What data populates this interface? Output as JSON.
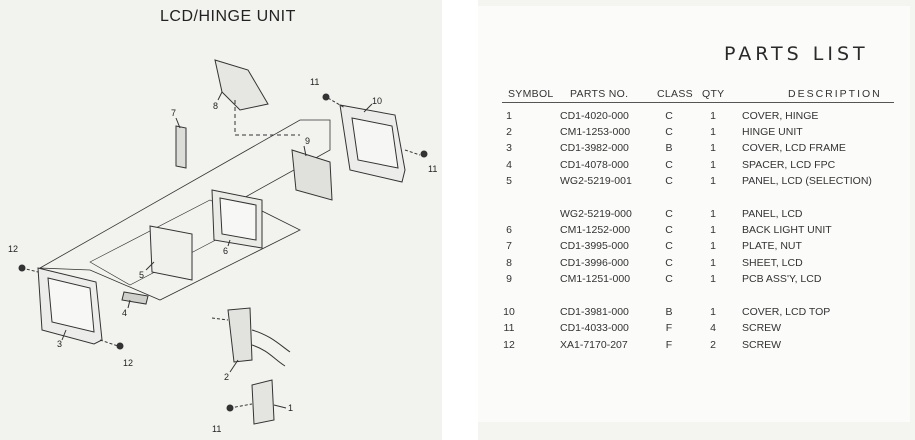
{
  "diagram": {
    "title": "LCD/HINGE UNIT",
    "callouts": [
      "1",
      "2",
      "3",
      "4",
      "5",
      "6",
      "7",
      "8",
      "9",
      "10",
      "11",
      "11",
      "11",
      "12",
      "12"
    ]
  },
  "parts_list": {
    "title": "PARTS LIST",
    "headers": {
      "symbol": "SYMBOL",
      "parts_no": "PARTS NO.",
      "class": "CLASS",
      "qty": "QTY",
      "description": "DESCRIPTION"
    },
    "rows": [
      {
        "symbol": "1",
        "parts_no": "CD1-4020-000",
        "class": "C",
        "qty": "1",
        "description": "COVER, HINGE"
      },
      {
        "symbol": "2",
        "parts_no": "CM1-1253-000",
        "class": "C",
        "qty": "1",
        "description": "HINGE UNIT"
      },
      {
        "symbol": "3",
        "parts_no": "CD1-3982-000",
        "class": "B",
        "qty": "1",
        "description": "COVER, LCD FRAME"
      },
      {
        "symbol": "4",
        "parts_no": "CD1-4078-000",
        "class": "C",
        "qty": "1",
        "description": "SPACER, LCD FPC"
      },
      {
        "symbol": "5",
        "parts_no": "WG2-5219-001",
        "class": "C",
        "qty": "1",
        "description": "PANEL, LCD (SELECTION)"
      },
      {
        "symbol": "",
        "parts_no": "WG2-5219-000",
        "class": "C",
        "qty": "1",
        "description": "PANEL, LCD"
      },
      {
        "symbol": "6",
        "parts_no": "CM1-1252-000",
        "class": "C",
        "qty": "1",
        "description": "BACK LIGHT UNIT"
      },
      {
        "symbol": "7",
        "parts_no": "CD1-3995-000",
        "class": "C",
        "qty": "1",
        "description": "PLATE, NUT"
      },
      {
        "symbol": "8",
        "parts_no": "CD1-3996-000",
        "class": "C",
        "qty": "1",
        "description": "SHEET, LCD"
      },
      {
        "symbol": "9",
        "parts_no": "CM1-1251-000",
        "class": "C",
        "qty": "1",
        "description": "PCB ASS'Y, LCD"
      },
      {
        "symbol": "10",
        "parts_no": "CD1-3981-000",
        "class": "B",
        "qty": "1",
        "description": "COVER, LCD TOP"
      },
      {
        "symbol": "11",
        "parts_no": "CD1-4033-000",
        "class": "F",
        "qty": "4",
        "description": "SCREW"
      },
      {
        "symbol": "12",
        "parts_no": "XA1-7170-207",
        "class": "F",
        "qty": "2",
        "description": "SCREW"
      }
    ]
  }
}
